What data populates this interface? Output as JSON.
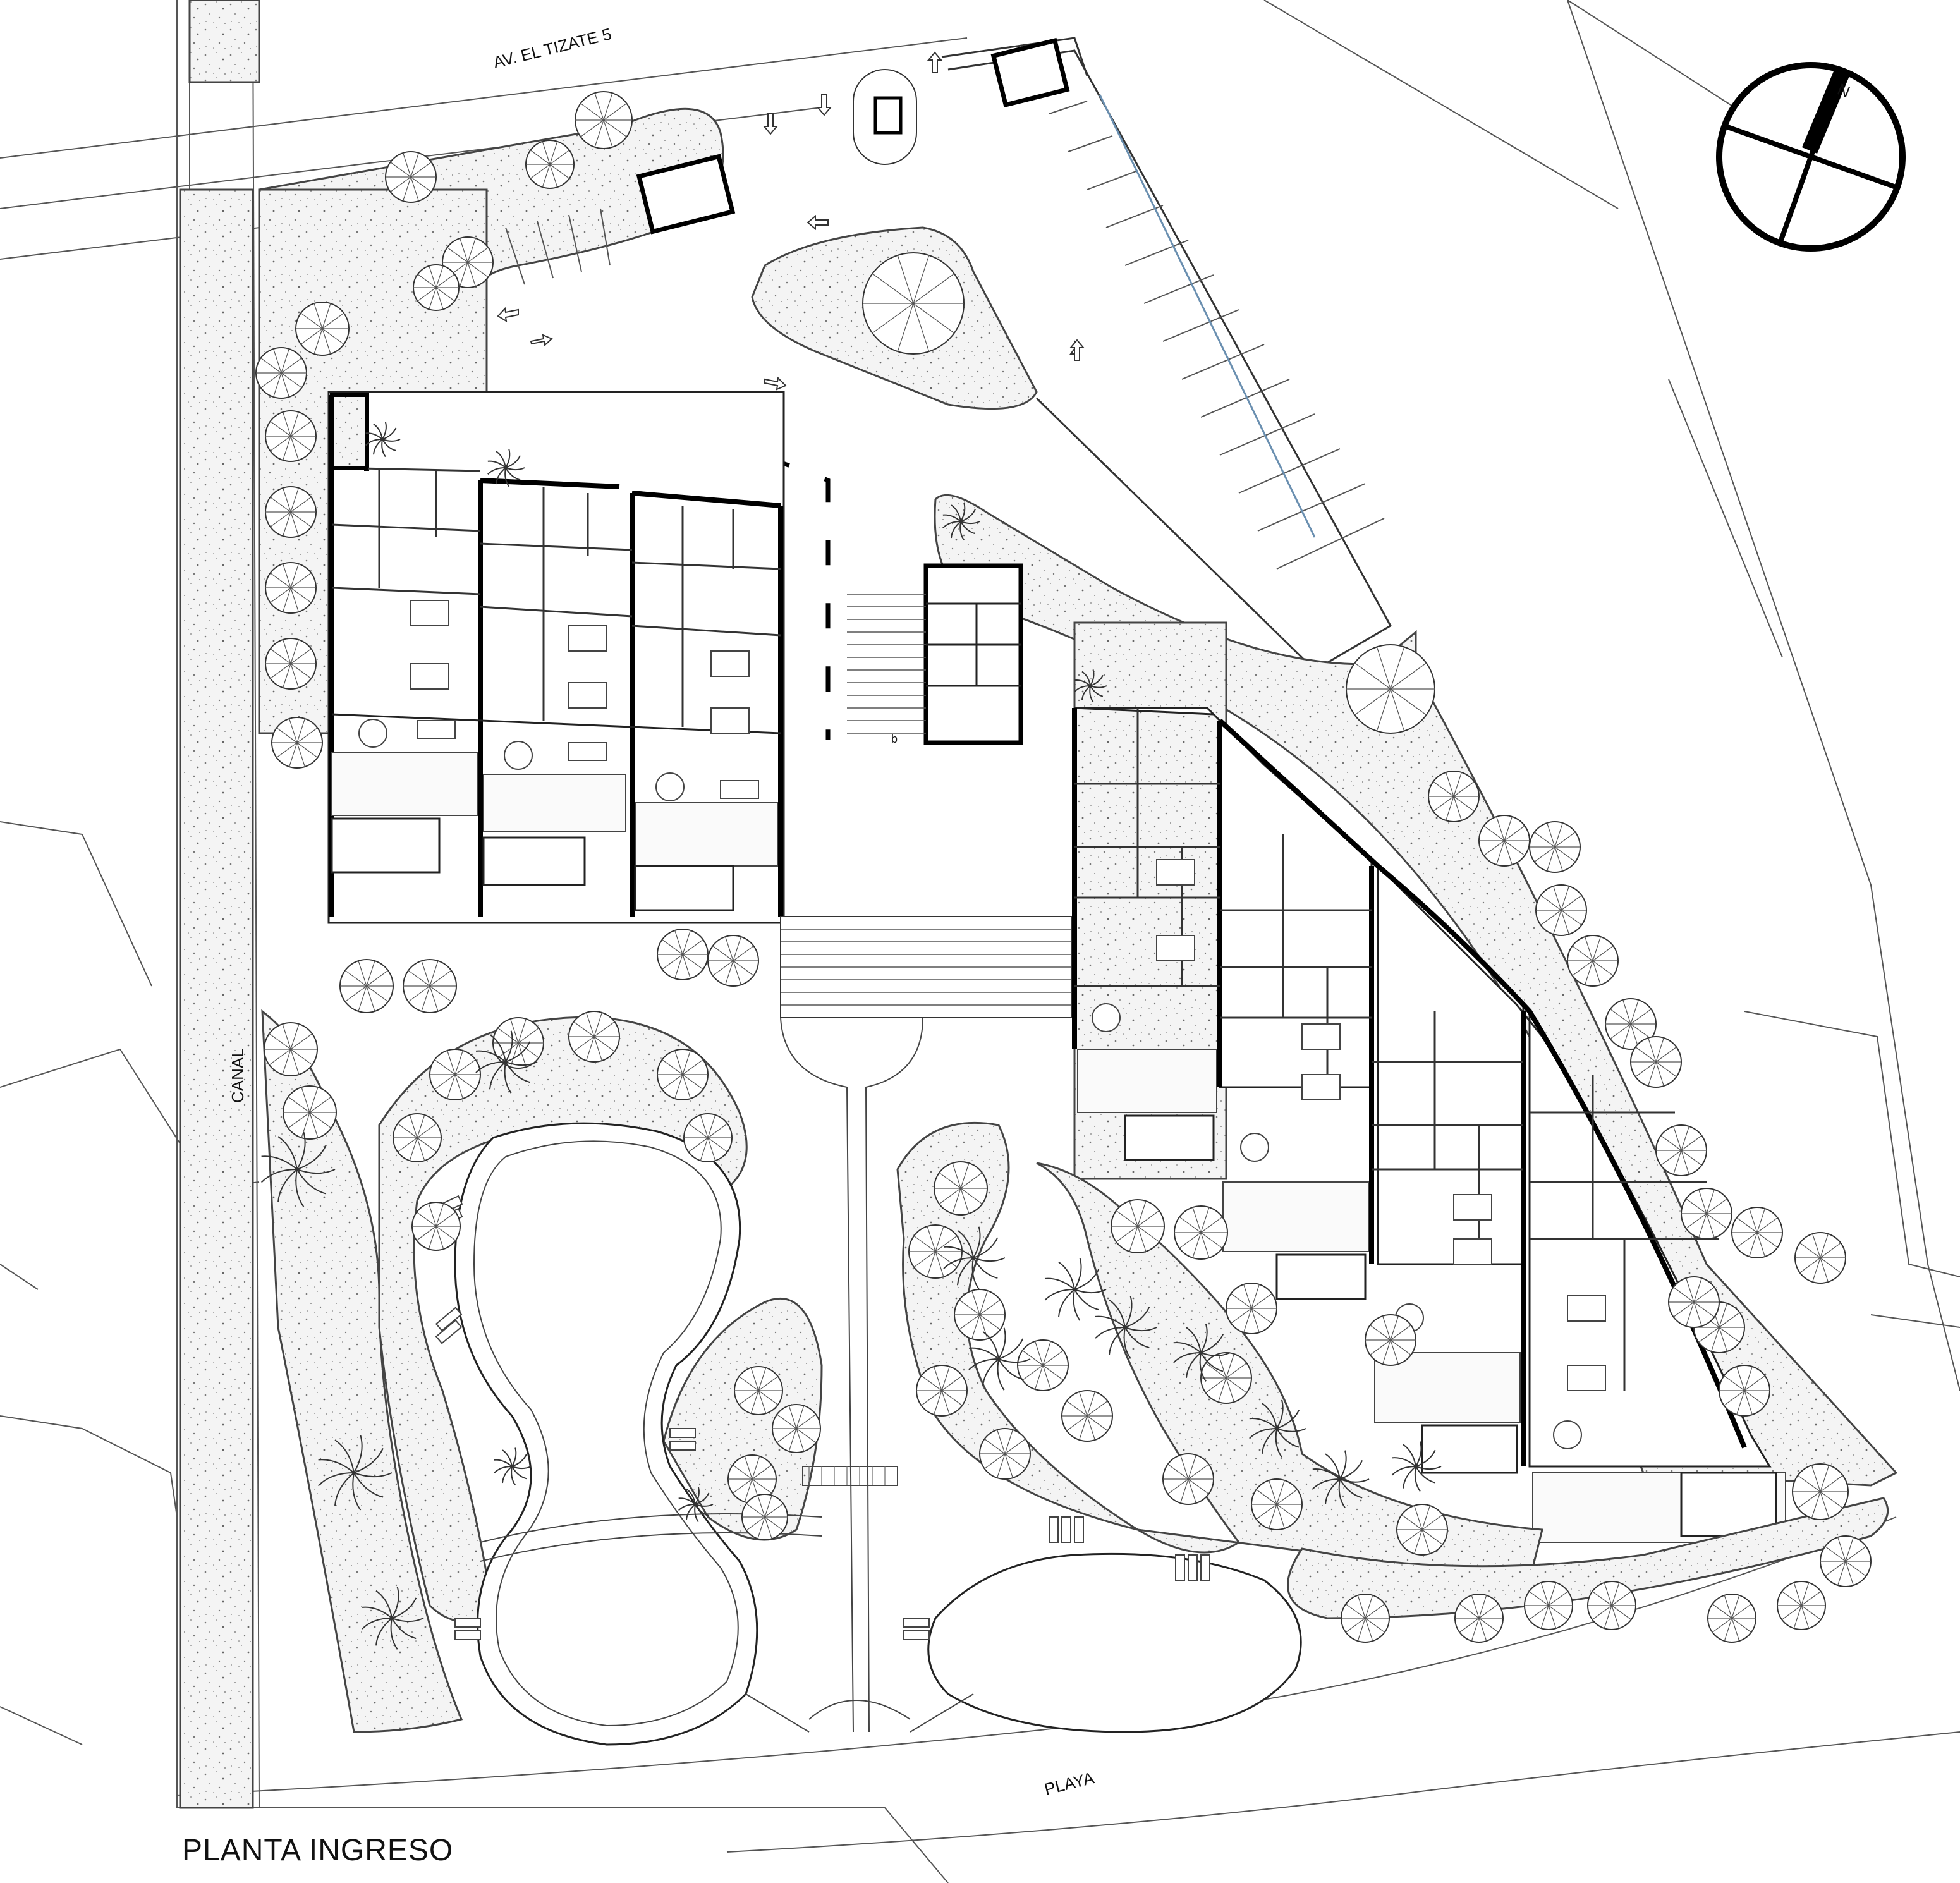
{
  "title": "PLANTA INGRESO",
  "labels": {
    "street": "AV. EL TIZATE 5",
    "canal": "CANAL",
    "beach": "PLAYA"
  },
  "north_arrow": {
    "letter": "N",
    "icon": "north-arrow-icon"
  },
  "room_marks": {
    "stair_tag": "b"
  },
  "colors": {
    "line": "#222222",
    "wall": "#000000",
    "background": "#ffffff",
    "planting": "#f2f2f2"
  }
}
